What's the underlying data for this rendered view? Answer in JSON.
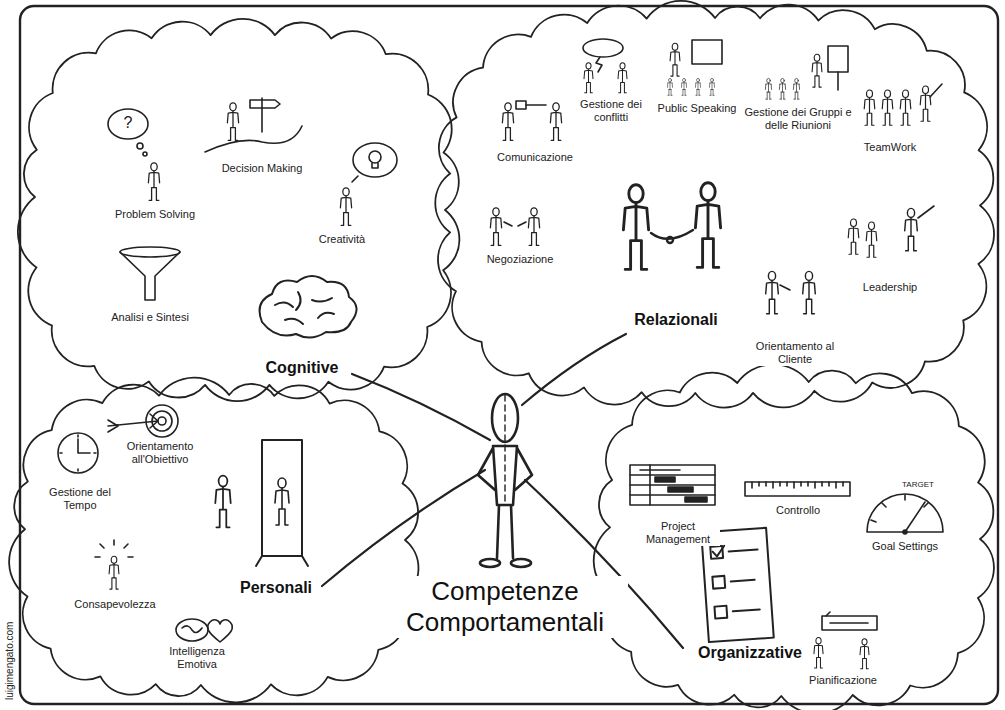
{
  "diagram": {
    "title": "Competenze Comportamentali",
    "nodes": [
      {
        "text": [
          "Cognitive",
          "Problem Solving",
          "Decision Making",
          "Creatività",
          "Analisi e Sintesi"
        ]
      },
      {
        "text": [
          "Relazionali",
          "Gestione dei conflitti",
          "Public Speaking",
          "Gestione dei Gruppi e delle Riunioni",
          "TeamWork",
          "Comunicazione",
          "Negoziazione",
          "Leadership",
          "Orientamento al Cliente"
        ]
      },
      {
        "text": [
          "Personali",
          "Orientamento all'Obiettivo",
          "Gestione del Tempo",
          "Consapevolezza",
          "Intelligenza Emotiva"
        ]
      },
      {
        "text": [
          "Organizzative",
          "Project Management",
          "Controllo",
          "Goal Settings",
          "Pianificazione"
        ]
      }
    ],
    "labels": [
      "?",
      "TARGET",
      "luigimengato.com"
    ]
  }
}
